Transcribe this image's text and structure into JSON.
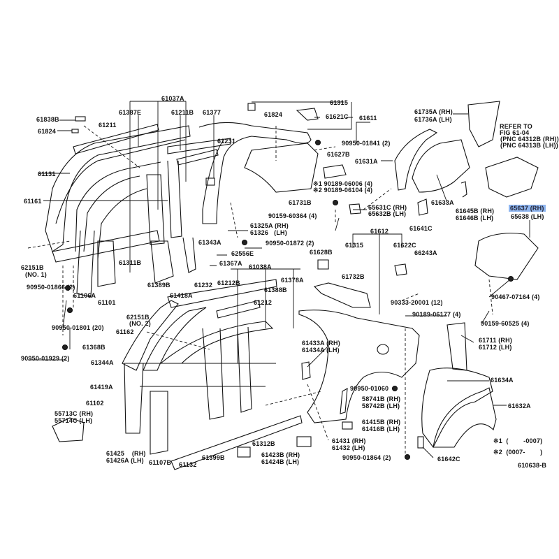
{
  "diagram": {
    "figure_id": "610638-B",
    "highlight_color": "#8fb6f0",
    "labels": [
      "61037A",
      "61387E",
      "61211B",
      "61377",
      "61838B",
      "61824",
      "61211",
      "61131",
      "61161",
      "61231",
      "61315",
      "61824",
      "61621C",
      "61611",
      "61735A (RH)",
      "61736A (LH)",
      "REFER TO",
      "FIG 61-04",
      "(PNC 64312B (RH))",
      "(PNC 64313B (LH))",
      "90950-01841 (2)",
      "61627B",
      "61631A",
      "※1 90189-06006 (4)",
      "※2 90189-06104 (4)",
      "61731B",
      "61633A",
      "90159-60364 (4)",
      "65631C (RH)",
      "65632B (LH)",
      "61645B (RH)",
      "61646B (LH)",
      "65637 (RH)",
      "65638 (LH)",
      "61641C",
      "61325A (RH)",
      "61326   (LH)",
      "61343A",
      "90950-01872 (2)",
      "61612",
      "61315",
      "61622C",
      "66243A",
      "62556E",
      "61628B",
      "61367A",
      "61038A",
      "61378A",
      "61388B",
      "61311B",
      "62151B",
      "(NO. 1)",
      "61389B",
      "61232",
      "61212B",
      "61732B",
      "90950-01866 (2)",
      "61106A",
      "61418A",
      "61101",
      "61212",
      "90333-20001 (12)",
      "62151B",
      "(NO. 2)",
      "90189-06177 (4)",
      "90467-07164 (4)",
      "90950-01801 (20)",
      "90159-60525 (4)",
      "61162",
      "61711 (RH)",
      "61712 (LH)",
      "61368B",
      "61433A (RH)",
      "61434A (LH)",
      "61344A",
      "90950-01929 (2)",
      "61419A",
      "90950-01060",
      "61634A",
      "61102",
      "58741B (RH)",
      "58742B (LH)",
      "61632A",
      "55713C (RH)",
      "55714C (LH)",
      "61415B (RH)",
      "61416B (LH)",
      "61312B",
      "61431 (RH)",
      "61432 (LH)",
      "※1  (        -0007)",
      "※2  (0007-        )",
      "61425    (RH)",
      "61426A (LH)",
      "61107B",
      "61132",
      "61399B",
      "61423B (RH)",
      "61424B (LH)",
      "90950-01864 (2)",
      "61642C",
      "610638-B"
    ]
  }
}
